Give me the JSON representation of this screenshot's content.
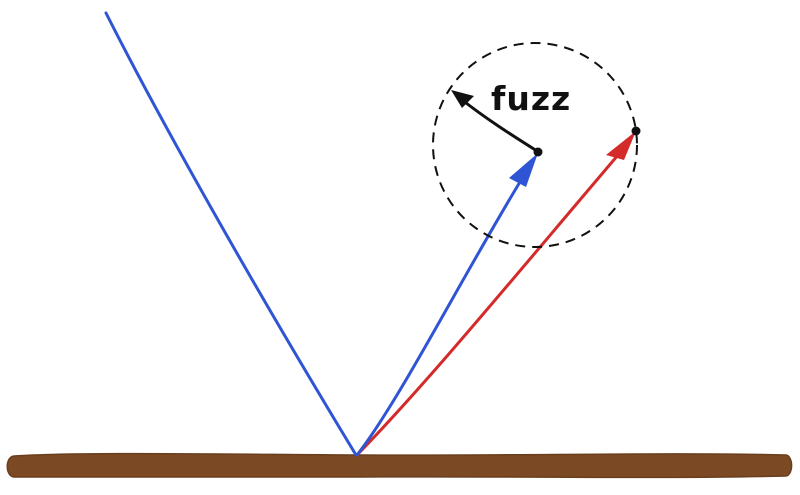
{
  "labels": {
    "fuzz": "fuzz"
  },
  "colors": {
    "surface": "#7B4A24",
    "incident_ray": "#2F55D4",
    "fuzzed_ray": "#2F55D4",
    "reflected_ray": "#D42A2A",
    "fuzz_vector": "#111111",
    "fuzz_sphere": "#111111",
    "background": "#FFFFFF"
  },
  "elements": [
    "surface",
    "incident-ray",
    "reflected-ray",
    "fuzzed-ray",
    "fuzz-sphere",
    "fuzz-vector"
  ]
}
